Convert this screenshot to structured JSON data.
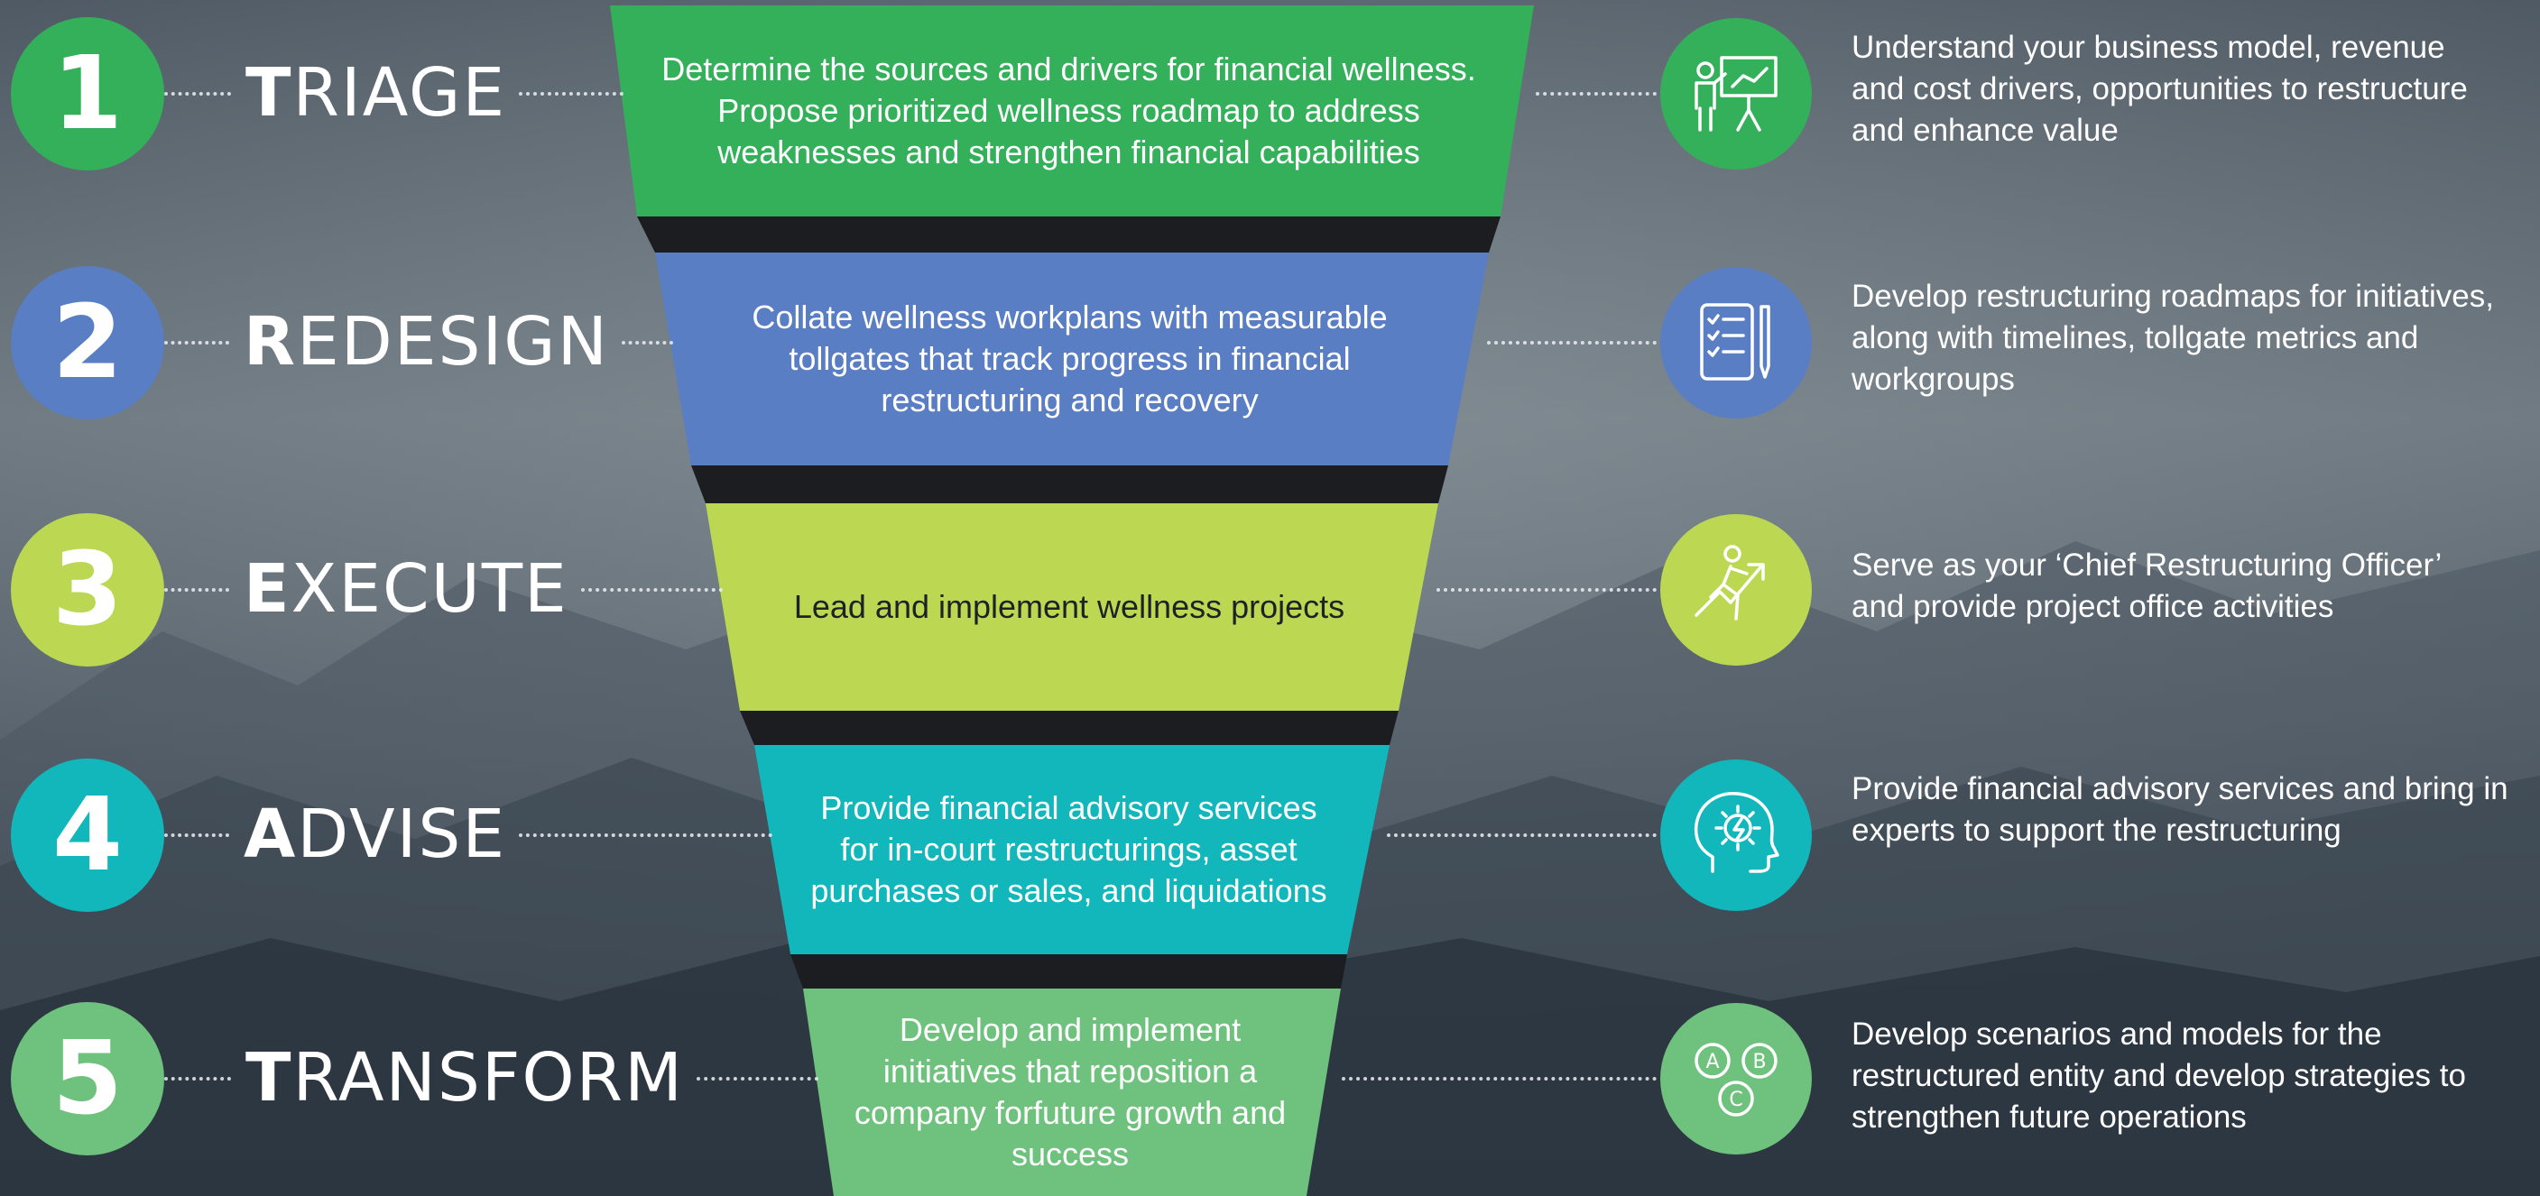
{
  "colors": {
    "step1": "#34b05a",
    "step2": "#5a7ec4",
    "step3": "#bcd853",
    "step4": "#12b7bc",
    "step5": "#6fc17e",
    "funnel_shadow": "#1c1d21",
    "connector": "#e6ebf0"
  },
  "steps": [
    {
      "number": "1",
      "first_letter": "T",
      "rest_of_word": "RIAGE",
      "color": "#34b05a",
      "funnel_text": "Determine the sources and drivers for financial wellness. Propose prioritized wellness roadmap to address weaknesses and strengthen financial capabilities",
      "icon": "presentation-board-icon",
      "description": "Understand your business model, revenue and cost drivers, opportunities to restructure and enhance value"
    },
    {
      "number": "2",
      "first_letter": "R",
      "rest_of_word": "EDESIGN",
      "color": "#5a7ec4",
      "funnel_text": "Collate wellness workplans with measurable tollgates that track progress in financial restructuring and recovery",
      "icon": "checklist-pen-icon",
      "description": "Develop restructuring roadmaps for initiatives, along with timelines, tollgate metrics and workgroups"
    },
    {
      "number": "3",
      "first_letter": "E",
      "rest_of_word": "XECUTE",
      "color": "#bcd853",
      "funnel_text": "Lead and implement wellness projects",
      "icon": "person-growth-arrow-icon",
      "description": "Serve as your ‘Chief Restructuring Officer’ and provide project office activities"
    },
    {
      "number": "4",
      "first_letter": "A",
      "rest_of_word": "DVISE",
      "color": "#12b7bc",
      "funnel_text": "Provide financial advisory services for in-court restructurings, asset purchases or sales, and liquidations",
      "icon": "head-gear-icon",
      "description": "Provide financial advisory services and bring in experts to support the restructuring"
    },
    {
      "number": "5",
      "first_letter": "T",
      "rest_of_word": "RANSFORM",
      "color": "#6fc17e",
      "funnel_text": "Develop and implement initiatives that reposition a company forfuture growth and success",
      "icon": "abc-options-icon",
      "description": "Develop scenarios and models for the restructured entity and develop strategies to strengthen future operations"
    }
  ]
}
